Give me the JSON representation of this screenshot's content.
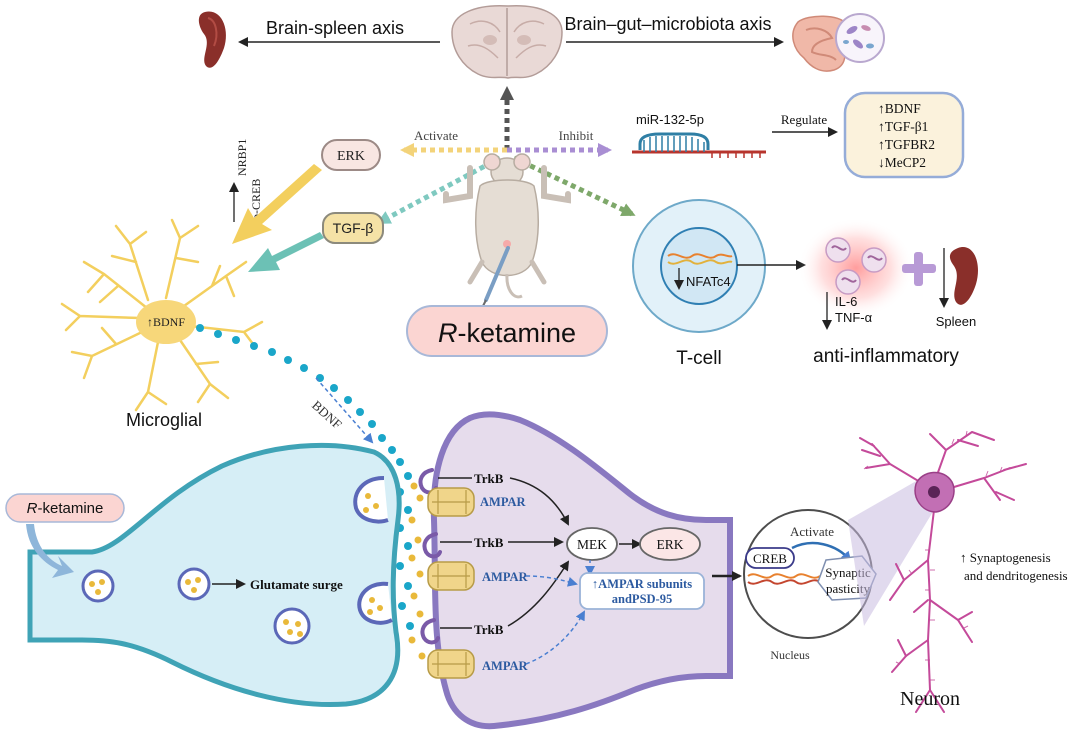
{
  "top": {
    "brain_spleen": "Brain-spleen axis",
    "brain_gut": "Brain–gut–microbiota axis"
  },
  "center": {
    "activate": "Activate",
    "inhibit": "Inhibit",
    "mirna": "miR-132-5p",
    "regulate": "Regulate",
    "regulated": [
      "↑BDNF",
      "↑TGF-β1",
      "↑TGFBR2",
      "↓MeCP2"
    ],
    "erk": "ERK",
    "side_markers": "↑NRBP1\n↑p-CREB",
    "nrbp1": "NRBP1",
    "pcreb": "p-CREB",
    "tgfb": "TGF-β",
    "drug_prefix": "R",
    "drug_suffix": "-ketamine"
  },
  "microglia": {
    "bdnf": "↑BDNF",
    "label": "Microglial",
    "bdnf_flow": "BDNF"
  },
  "tcell": {
    "nfatc4": "NFATc4",
    "label": "T-cell",
    "il6": "IL-6",
    "tnf": "TNF-α",
    "spleen": "Spleen",
    "anti": "anti-inflammatory"
  },
  "synapse": {
    "drug_prefix": "R",
    "drug_suffix": "-ketamine",
    "glutamate": "Glutamate surge",
    "trkb": "TrkB",
    "ampar": "AMPAR",
    "mek": "MEK",
    "erk": "ERK",
    "ampar_subunits_1": "↑AMPAR subunits",
    "ampar_subunits_2": "andPSD-95"
  },
  "nucleus": {
    "activate": "Activate",
    "creb": "CREB",
    "synaptic_1": "Synaptic",
    "synaptic_2": "pasticity",
    "label": "Nucleus"
  },
  "neuron": {
    "effect_1": "↑ Synaptogenesis",
    "effect_2": "and dendritogenesis",
    "label": "Neuron"
  },
  "colors": {
    "activate_arrow": "#f3d37a",
    "inhibit_arrow": "#a98ed3",
    "tgf_arrow": "#7fc9c0",
    "tcell_arrow": "#7ea86a",
    "presynapse_fill": "#d6eef6",
    "presynapse_stroke": "#3fa3b6",
    "postsynapse_fill": "#e6dcec",
    "postsynapse_stroke": "#8978c0",
    "drug_pill": "#fbd5d2",
    "vesicle": "#e9b93a",
    "bdnf_dot": "#1aa6c9"
  }
}
